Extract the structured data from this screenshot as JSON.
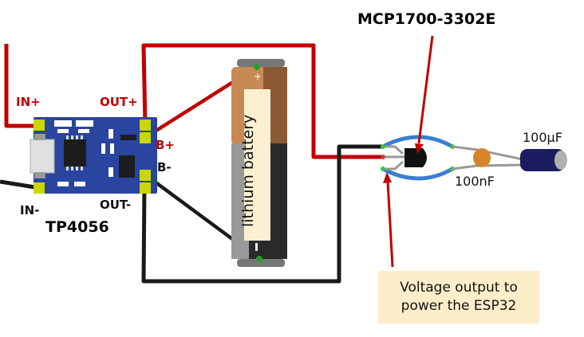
{
  "diagram": {
    "type": "circuit-wiring",
    "components": {
      "charger": {
        "name": "TP4056",
        "pins": {
          "in_plus": "IN+",
          "in_minus": "IN-",
          "out_plus": "OUT+",
          "out_minus": "OUT-",
          "b_plus": "B+",
          "b_minus": "B-"
        }
      },
      "battery": {
        "label": "lithium battery",
        "plus_symbol": "+",
        "minus_symbol": "-"
      },
      "regulator": {
        "name": "MCP1700-3302E"
      },
      "capacitor_ceramic": {
        "value": "100nF"
      },
      "capacitor_electrolytic": {
        "value": "100µF"
      }
    },
    "note": {
      "line1": "Voltage output to",
      "line2": "power the ESP32"
    },
    "colors": {
      "wire_red": "#c00000",
      "wire_black": "#1a1a1a",
      "wire_blue": "#3a7fd0",
      "board_blue": "#2945a0",
      "pad_yellow": "#c8d800",
      "note_bg": "#fdedc9",
      "label_red": "#c00000"
    }
  }
}
